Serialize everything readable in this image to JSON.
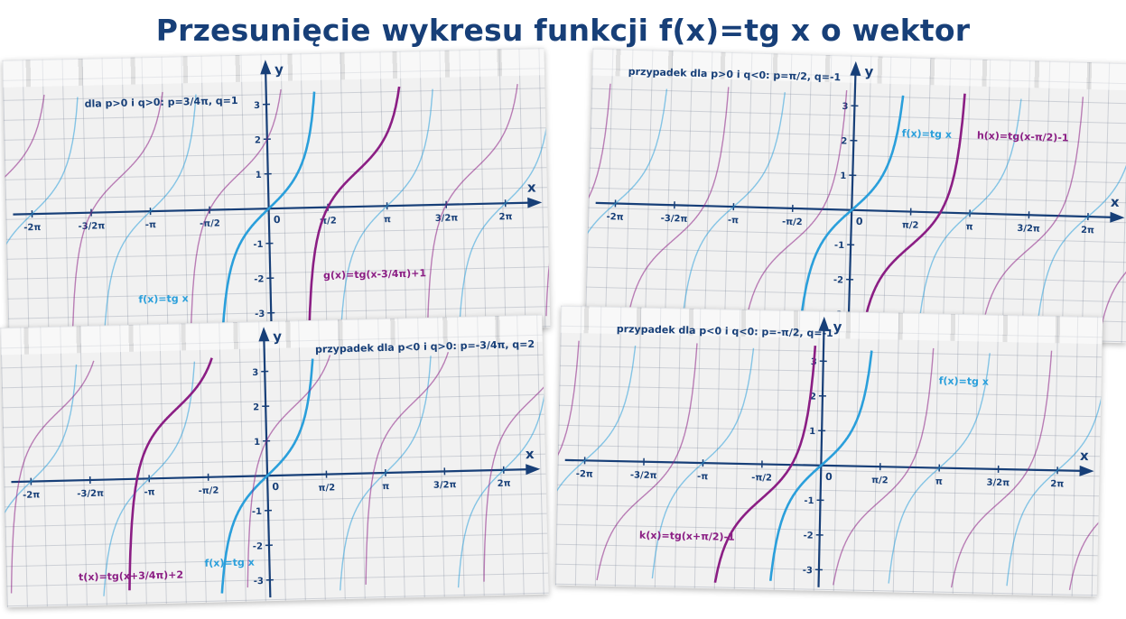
{
  "title": "Przesunięcie wykresu funkcji f(x)=tg x o wektor",
  "colors": {
    "base": "#2a9fdb",
    "shifted": "#8b1e84",
    "axis": "#173f78",
    "title": "#173f78"
  },
  "chart_data": [
    {
      "type": "line",
      "caption": "dla p>0 i q>0: p=3/4π, q=1",
      "p": 2.35619449,
      "q": 1,
      "xlim": [
        -6.98,
        7.4
      ],
      "ylim": [
        -3.4,
        3.4
      ],
      "axis_labels": {
        "x": "x",
        "y": "y"
      },
      "x_ticks": [
        {
          "value": -6.283185307,
          "label": "-2π"
        },
        {
          "value": -4.71238898,
          "label": "-3/2π"
        },
        {
          "value": -3.141592654,
          "label": "-π"
        },
        {
          "value": -1.570796327,
          "label": "-π/2"
        },
        {
          "value": 1.570796327,
          "label": "π/2"
        },
        {
          "value": 3.141592654,
          "label": "π"
        },
        {
          "value": 4.71238898,
          "label": "3/2π"
        },
        {
          "value": 6.283185307,
          "label": "2π"
        }
      ],
      "y_ticks": [
        -3,
        -2,
        -1,
        1,
        2,
        3
      ],
      "origin_label": "0",
      "series": [
        {
          "name": "f(x)=tg x",
          "role": "base",
          "p": 0,
          "q": 0
        },
        {
          "name": "g(x)=tg(x-3/4π)+1",
          "role": "shifted",
          "p": 2.35619449,
          "q": 1
        }
      ]
    },
    {
      "type": "line",
      "caption": "przypadek dla p>0 i q<0: p=π/2, q=-1",
      "p": 1.570796327,
      "q": -1,
      "xlim": [
        -7.0,
        7.4
      ],
      "ylim": [
        -3.4,
        3.4
      ],
      "axis_labels": {
        "x": "x",
        "y": "y"
      },
      "x_ticks": [
        {
          "value": -6.283185307,
          "label": "-2π"
        },
        {
          "value": -4.71238898,
          "label": "-3/2π"
        },
        {
          "value": -3.141592654,
          "label": "-π"
        },
        {
          "value": -1.570796327,
          "label": "-π/2"
        },
        {
          "value": 1.570796327,
          "label": "π/2"
        },
        {
          "value": 3.141592654,
          "label": "π"
        },
        {
          "value": 4.71238898,
          "label": "3/2π"
        },
        {
          "value": 6.283185307,
          "label": "2π"
        }
      ],
      "y_ticks": [
        -3,
        -2,
        -1,
        1,
        2,
        3
      ],
      "origin_label": "0",
      "series": [
        {
          "name": "f(x)=tg x",
          "role": "base",
          "p": 0,
          "q": 0
        },
        {
          "name": "h(x)=tg(x-π/2)-1",
          "role": "shifted",
          "p": 1.570796327,
          "q": -1
        }
      ]
    },
    {
      "type": "line",
      "caption": "przypadek dla p<0 i q>0: p=-3/4π, q=2",
      "p": -2.35619449,
      "q": 2,
      "xlim": [
        -7.0,
        7.4
      ],
      "ylim": [
        -3.4,
        3.4
      ],
      "axis_labels": {
        "x": "x",
        "y": "y"
      },
      "x_ticks": [
        {
          "value": -6.283185307,
          "label": "-2π"
        },
        {
          "value": -4.71238898,
          "label": "-3/2π"
        },
        {
          "value": -3.141592654,
          "label": "-π"
        },
        {
          "value": -1.570796327,
          "label": "-π/2"
        },
        {
          "value": 1.570796327,
          "label": "π/2"
        },
        {
          "value": 3.141592654,
          "label": "π"
        },
        {
          "value": 4.71238898,
          "label": "3/2π"
        },
        {
          "value": 6.283185307,
          "label": "2π"
        }
      ],
      "y_ticks": [
        -3,
        -2,
        -1,
        1,
        2,
        3
      ],
      "origin_label": "0",
      "series": [
        {
          "name": "f(x)=tg x",
          "role": "base",
          "p": 0,
          "q": 0
        },
        {
          "name": "t(x)=tg(x+3/4π)+2",
          "role": "shifted",
          "p": -2.35619449,
          "q": 2
        }
      ]
    },
    {
      "type": "line",
      "caption": "przypadek dla p<0 i q<0: p=-π/2, q=-1",
      "p": -1.570796327,
      "q": -1,
      "xlim": [
        -7.0,
        7.4
      ],
      "ylim": [
        -3.4,
        3.4
      ],
      "axis_labels": {
        "x": "x",
        "y": "y"
      },
      "x_ticks": [
        {
          "value": -6.283185307,
          "label": "-2π"
        },
        {
          "value": -4.71238898,
          "label": "-3/2π"
        },
        {
          "value": -3.141592654,
          "label": "-π"
        },
        {
          "value": -1.570796327,
          "label": "-π/2"
        },
        {
          "value": 1.570796327,
          "label": "π/2"
        },
        {
          "value": 3.141592654,
          "label": "π"
        },
        {
          "value": 4.71238898,
          "label": "3/2π"
        },
        {
          "value": 6.283185307,
          "label": "2π"
        }
      ],
      "y_ticks": [
        -3,
        -2,
        -1,
        1,
        2,
        3
      ],
      "origin_label": "0",
      "series": [
        {
          "name": "f(x)=tg x",
          "role": "base",
          "p": 0,
          "q": 0
        },
        {
          "name": "k(x)=tg(x+π/2)-1",
          "role": "shifted",
          "p": -1.570796327,
          "q": -1
        }
      ]
    }
  ]
}
